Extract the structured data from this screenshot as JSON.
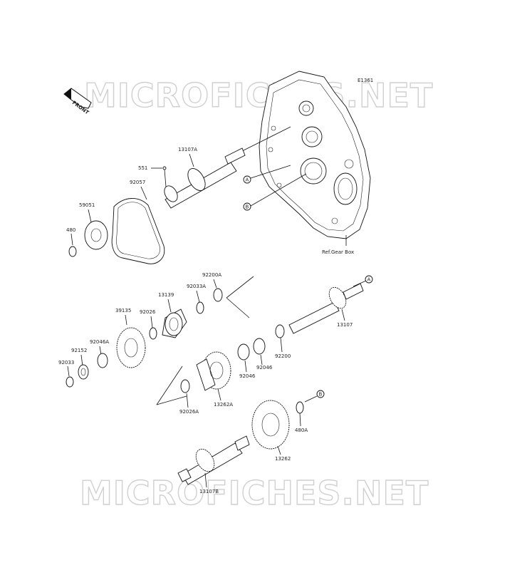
{
  "watermark": "MICROFICHES.NET",
  "front_badge": "FRONT",
  "diagram_code": "E1361",
  "reference_label": "Ref.Gear Box",
  "callouts": {
    "a": "A",
    "b": "B"
  },
  "parts": {
    "p13107A": "13107A",
    "p551": "551",
    "p92057": "92057",
    "p59051": "59051",
    "p480": "480",
    "p92200A": "92200A",
    "p92033A": "92033A",
    "p13139": "13139",
    "p39135": "39135",
    "p92026": "92026",
    "p92046A": "92046A",
    "p92152": "92152",
    "p92033": "92033",
    "p13107": "13107",
    "p92200": "92200",
    "p92046a": "92046",
    "p92046b": "92046",
    "p13262A": "13262A",
    "p92026A": "92026A",
    "p480A": "480A",
    "p13262": "13262",
    "p13107B": "13107B"
  }
}
